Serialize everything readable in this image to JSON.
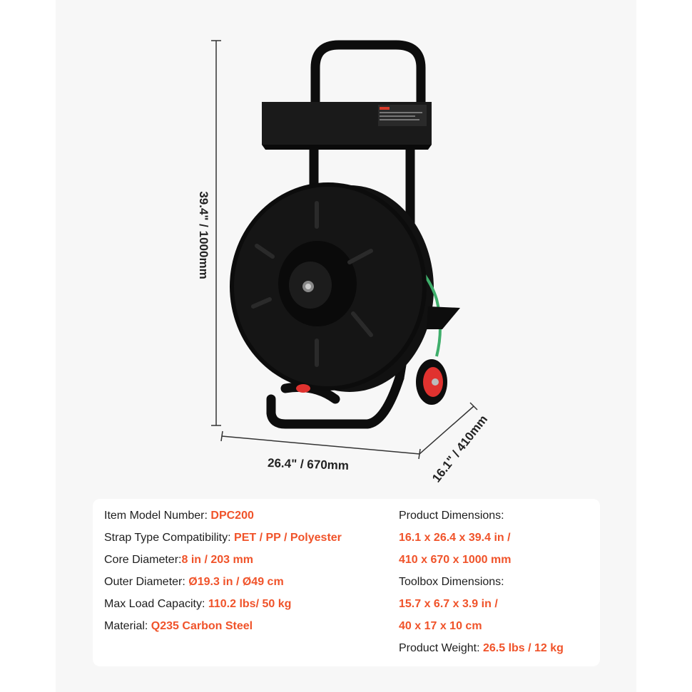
{
  "dimensions": {
    "height": "39.4\" / 1000mm",
    "width": "26.4\" / 670mm",
    "depth": "16.1\" / 410mm"
  },
  "specs_left": [
    {
      "label": "Item Model Number: ",
      "value": "DPC200"
    },
    {
      "label": "Strap Type Compatibility: ",
      "value": "PET / PP / Polyester"
    },
    {
      "label": "Core Diameter:",
      "value": "8 in / 203 mm"
    },
    {
      "label": "Outer Diameter: ",
      "value": "Ø19.3 in / Ø49 cm"
    },
    {
      "label": "Max Load Capacity: ",
      "value": "110.2 lbs/ 50 kg"
    },
    {
      "label": "Material: ",
      "value": "Q235 Carbon Steel"
    }
  ],
  "specs_right": {
    "product_dimensions_label": "Product Dimensions:",
    "product_dimensions_line1": "16.1 x 26.4 x 39.4 in /",
    "product_dimensions_line2": "410 x 670 x 1000 mm",
    "toolbox_dimensions_label": "Toolbox Dimensions:",
    "toolbox_dimensions_line1": "15.7 x 6.7 x 3.9 in /",
    "toolbox_dimensions_line2": "40 x 17 x 10 cm",
    "weight_label": "Product Weight: ",
    "weight_value": "26.5 lbs / 12 kg"
  },
  "product": {
    "image": "strapping-dispenser-cart",
    "colors": {
      "frame": "#0d0d0d",
      "wheel_hub": "#e0322f",
      "strap": "#3fae6b",
      "accent": "#f0532a"
    }
  }
}
